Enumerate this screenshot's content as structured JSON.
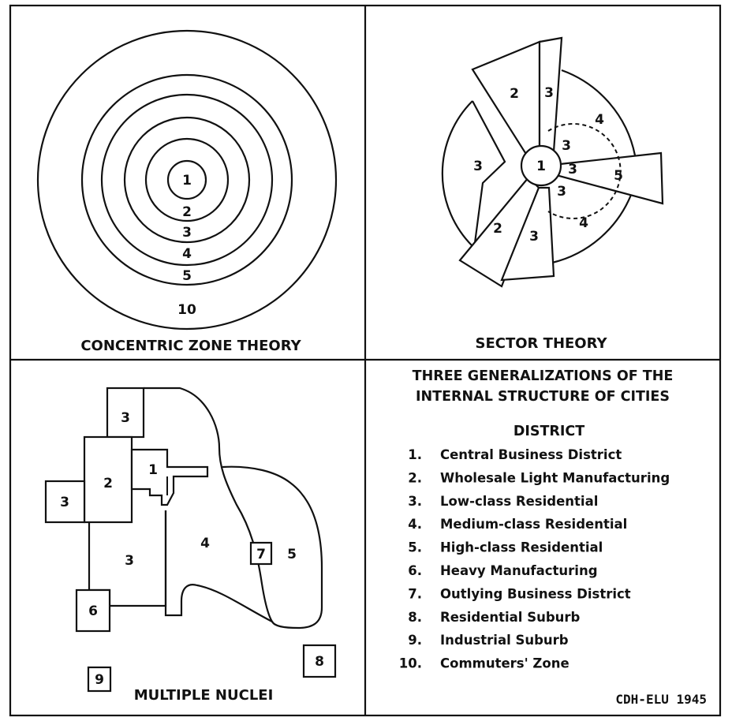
{
  "panels": {
    "concentric": {
      "title": "CONCENTRIC ZONE THEORY",
      "zones": [
        "1",
        "2",
        "3",
        "4",
        "5",
        "10"
      ]
    },
    "sector": {
      "title": "SECTOR THEORY",
      "labels": [
        "1",
        "2",
        "3",
        "3",
        "4",
        "3",
        "3",
        "3",
        "5",
        "2",
        "3",
        "4"
      ]
    },
    "nuclei": {
      "title": "MULTIPLE NUCLEI",
      "labels": [
        "3",
        "2",
        "1",
        "3",
        "3",
        "4",
        "7",
        "5",
        "6",
        "8",
        "9"
      ]
    }
  },
  "legend": {
    "heading_line1": "THREE GENERALIZATIONS OF THE",
    "heading_line2": "INTERNAL STRUCTURE OF CITIES",
    "district_header": "DISTRICT",
    "items": [
      {
        "num": "1.",
        "text": "Central Business District"
      },
      {
        "num": "2.",
        "text": "Wholesale Light Manufacturing"
      },
      {
        "num": "3.",
        "text": "Low-class Residential"
      },
      {
        "num": "4.",
        "text": "Medium-class Residential"
      },
      {
        "num": "5.",
        "text": "High-class Residential"
      },
      {
        "num": "6.",
        "text": "Heavy Manufacturing"
      },
      {
        "num": "7.",
        "text": "Outlying Business District"
      },
      {
        "num": "8.",
        "text": "Residential Suburb"
      },
      {
        "num": "9.",
        "text": "Industrial Suburb"
      },
      {
        "num": "10.",
        "text": "Commuters' Zone"
      }
    ],
    "credit": "CDH-ELU 1945"
  }
}
